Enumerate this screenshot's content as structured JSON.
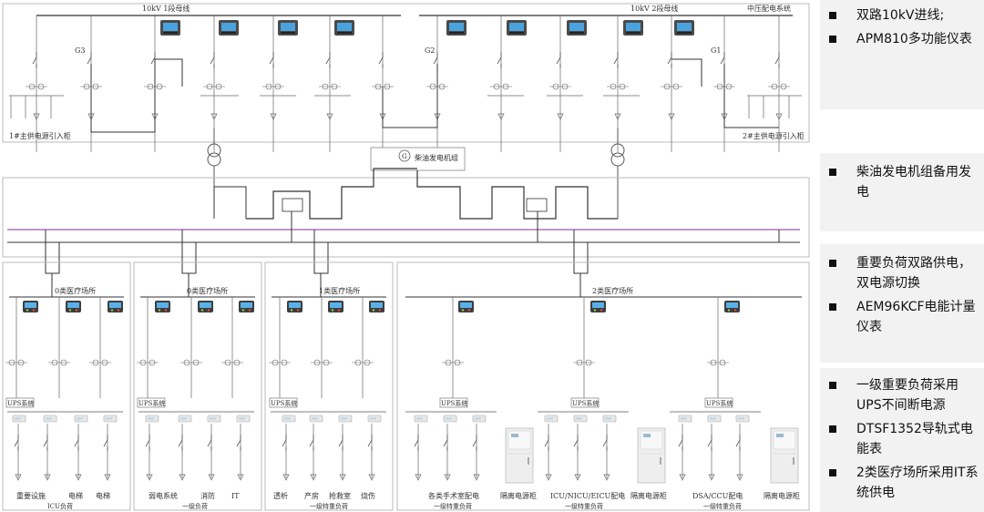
{
  "diagram": {
    "bus1_label": "10kV 1段母线",
    "bus2_label": "10kV 2段母线",
    "mid_label": "中压配电系统",
    "incoming1_label": "1#主供电源引入柜",
    "incoming2_label": "2#主供电源引入柜",
    "g1": "G1",
    "g2": "G2",
    "g3": "G3",
    "generator_symbol": "G",
    "generator_label": "柴油发电机组",
    "zones": [
      {
        "title": "0类医疗场所",
        "ups": "UPS系统",
        "loads": [
          "重要设施",
          "电梯",
          "电梯"
        ],
        "footer": "ICU负荷"
      },
      {
        "title": "0类医疗场所",
        "ups": "UPS系统",
        "loads": [
          "弱电系统",
          "消防",
          "IT"
        ],
        "footer": "一级负荷"
      },
      {
        "title": "1类医疗场所",
        "ups": "UPS系统",
        "loads": [
          "透析",
          "产房",
          "抢救室",
          "烧伤"
        ],
        "footer": "一级特重负荷"
      },
      {
        "title": "2类医疗场所",
        "ups": [
          "UPS系统",
          "UPS系统",
          "UPS系统"
        ],
        "loads": [
          "各类手术室配电",
          "ICU/NICU/EICU配电",
          "DSA/CCU配电"
        ],
        "isolation": [
          "隔离电源柜",
          "隔离电源柜",
          "隔离电源柜"
        ],
        "footers": [
          "一级特重负荷",
          "一级特重负荷",
          "一级特重负荷"
        ]
      }
    ]
  },
  "panels": [
    {
      "items": [
        "双路10kV进线;",
        "APM810多功能仪表"
      ]
    },
    {
      "items": [
        "柴油发电机组备用发电"
      ]
    },
    {
      "items": [
        "重要负荷双路供电，双电源切换",
        "AEM96KCF电能计量仪表"
      ]
    },
    {
      "items": [
        "一级重要负荷采用UPS不间断电源",
        "DTSF1352导轨式电能表",
        "2类医疗场所采用IT系统供电"
      ]
    }
  ],
  "colors": {
    "line": "#333333",
    "thin_line": "#888888",
    "box_border": "#bbbbbb",
    "purple_bus": "#9b59b6",
    "meter_body": "#4a4a4a",
    "meter_screen": "#4aa3df",
    "panel_bg": "#f2f2f2",
    "bullet": "#111111"
  }
}
